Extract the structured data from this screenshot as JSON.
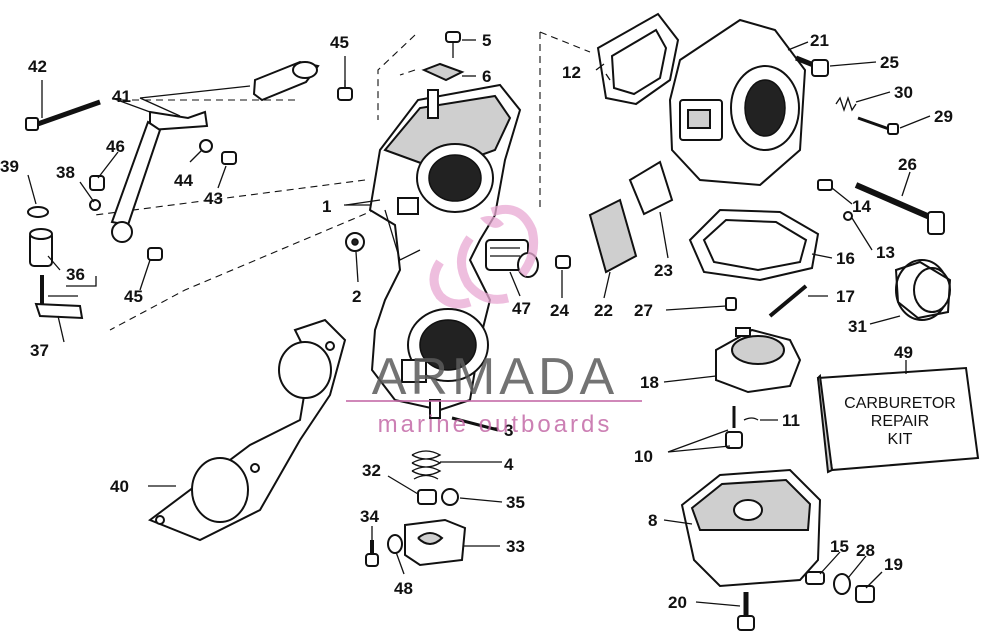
{
  "callouts": [
    {
      "id": "1",
      "label": "1"
    },
    {
      "id": "2",
      "label": "2"
    },
    {
      "id": "3",
      "label": "3"
    },
    {
      "id": "4",
      "label": "4"
    },
    {
      "id": "5",
      "label": "5"
    },
    {
      "id": "6",
      "label": "6"
    },
    {
      "id": "8",
      "label": "8"
    },
    {
      "id": "10",
      "label": "10"
    },
    {
      "id": "11",
      "label": "11"
    },
    {
      "id": "12",
      "label": "12"
    },
    {
      "id": "13",
      "label": "13"
    },
    {
      "id": "14",
      "label": "14"
    },
    {
      "id": "15",
      "label": "15"
    },
    {
      "id": "16",
      "label": "16"
    },
    {
      "id": "17",
      "label": "17"
    },
    {
      "id": "18",
      "label": "18"
    },
    {
      "id": "19",
      "label": "19"
    },
    {
      "id": "20",
      "label": "20"
    },
    {
      "id": "21",
      "label": "21"
    },
    {
      "id": "22",
      "label": "22"
    },
    {
      "id": "23",
      "label": "23"
    },
    {
      "id": "24",
      "label": "24"
    },
    {
      "id": "25",
      "label": "25"
    },
    {
      "id": "26",
      "label": "26"
    },
    {
      "id": "27",
      "label": "27"
    },
    {
      "id": "28",
      "label": "28"
    },
    {
      "id": "29",
      "label": "29"
    },
    {
      "id": "30",
      "label": "30"
    },
    {
      "id": "31",
      "label": "31"
    },
    {
      "id": "32",
      "label": "32"
    },
    {
      "id": "33",
      "label": "33"
    },
    {
      "id": "34",
      "label": "34"
    },
    {
      "id": "35",
      "label": "35"
    },
    {
      "id": "36",
      "label": "36"
    },
    {
      "id": "37",
      "label": "37"
    },
    {
      "id": "38",
      "label": "38"
    },
    {
      "id": "39",
      "label": "39"
    },
    {
      "id": "40",
      "label": "40"
    },
    {
      "id": "41",
      "label": "41"
    },
    {
      "id": "42",
      "label": "42"
    },
    {
      "id": "43",
      "label": "43"
    },
    {
      "id": "44",
      "label": "44"
    },
    {
      "id": "45a",
      "label": "45"
    },
    {
      "id": "45b",
      "label": "45"
    },
    {
      "id": "46",
      "label": "46"
    },
    {
      "id": "47",
      "label": "47"
    },
    {
      "id": "48",
      "label": "48"
    },
    {
      "id": "49",
      "label": "49"
    }
  ],
  "kit_box": {
    "line1": "CARBURETOR",
    "line2": "REPAIR",
    "line3": "KIT"
  },
  "watermark": {
    "brand": "ARMADA",
    "tagline": "marine outboards",
    "colors": {
      "brand": "#5b5b5b",
      "tagline": "#c46aa7",
      "logo": "#e9a9d4"
    }
  }
}
